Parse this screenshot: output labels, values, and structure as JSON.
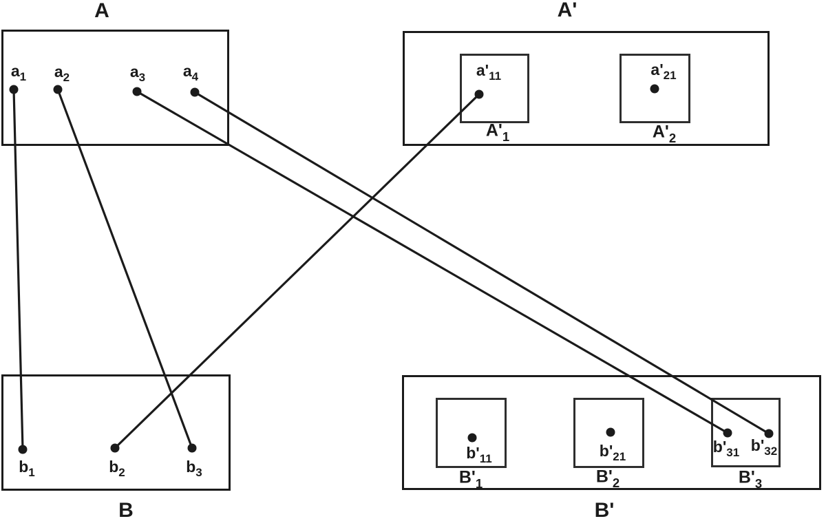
{
  "colors": {
    "ink": "#1b1b1b",
    "background": "#ffffff"
  },
  "sets": {
    "A": {
      "title": "A",
      "points": [
        {
          "id": "a1",
          "base": "a",
          "sub": "1"
        },
        {
          "id": "a2",
          "base": "a",
          "sub": "2"
        },
        {
          "id": "a3",
          "base": "a",
          "sub": "3"
        },
        {
          "id": "a4",
          "base": "a",
          "sub": "4"
        }
      ]
    },
    "B": {
      "title": "B",
      "points": [
        {
          "id": "b1",
          "base": "b",
          "sub": "1"
        },
        {
          "id": "b2",
          "base": "b",
          "sub": "2"
        },
        {
          "id": "b3",
          "base": "b",
          "sub": "3"
        }
      ]
    },
    "A_prime": {
      "title": "A'",
      "subsets": [
        {
          "id": "A1",
          "base": "A'",
          "sub": "1",
          "points": [
            {
              "id": "a11",
              "base": "a'",
              "sub": "11"
            }
          ]
        },
        {
          "id": "A2",
          "base": "A'",
          "sub": "2",
          "points": [
            {
              "id": "a21",
              "base": "a'",
              "sub": "21"
            }
          ]
        }
      ]
    },
    "B_prime": {
      "title": "B'",
      "subsets": [
        {
          "id": "B1",
          "base": "B'",
          "sub": "1",
          "points": [
            {
              "id": "b11",
              "base": "b'",
              "sub": "11"
            }
          ]
        },
        {
          "id": "B2",
          "base": "B'",
          "sub": "2",
          "points": [
            {
              "id": "b21",
              "base": "b'",
              "sub": "21"
            }
          ]
        },
        {
          "id": "B3",
          "base": "B'",
          "sub": "3",
          "points": [
            {
              "id": "b31",
              "base": "b'",
              "sub": "31"
            },
            {
              "id": "b32",
              "base": "b'",
              "sub": "32"
            }
          ]
        }
      ]
    }
  },
  "edges": [
    {
      "from": "a1",
      "to": "b1"
    },
    {
      "from": "a2",
      "to": "b3"
    },
    {
      "from": "a3",
      "to": "b31"
    },
    {
      "from": "a4",
      "to": "b32"
    },
    {
      "from": "b2",
      "to": "a11"
    }
  ]
}
